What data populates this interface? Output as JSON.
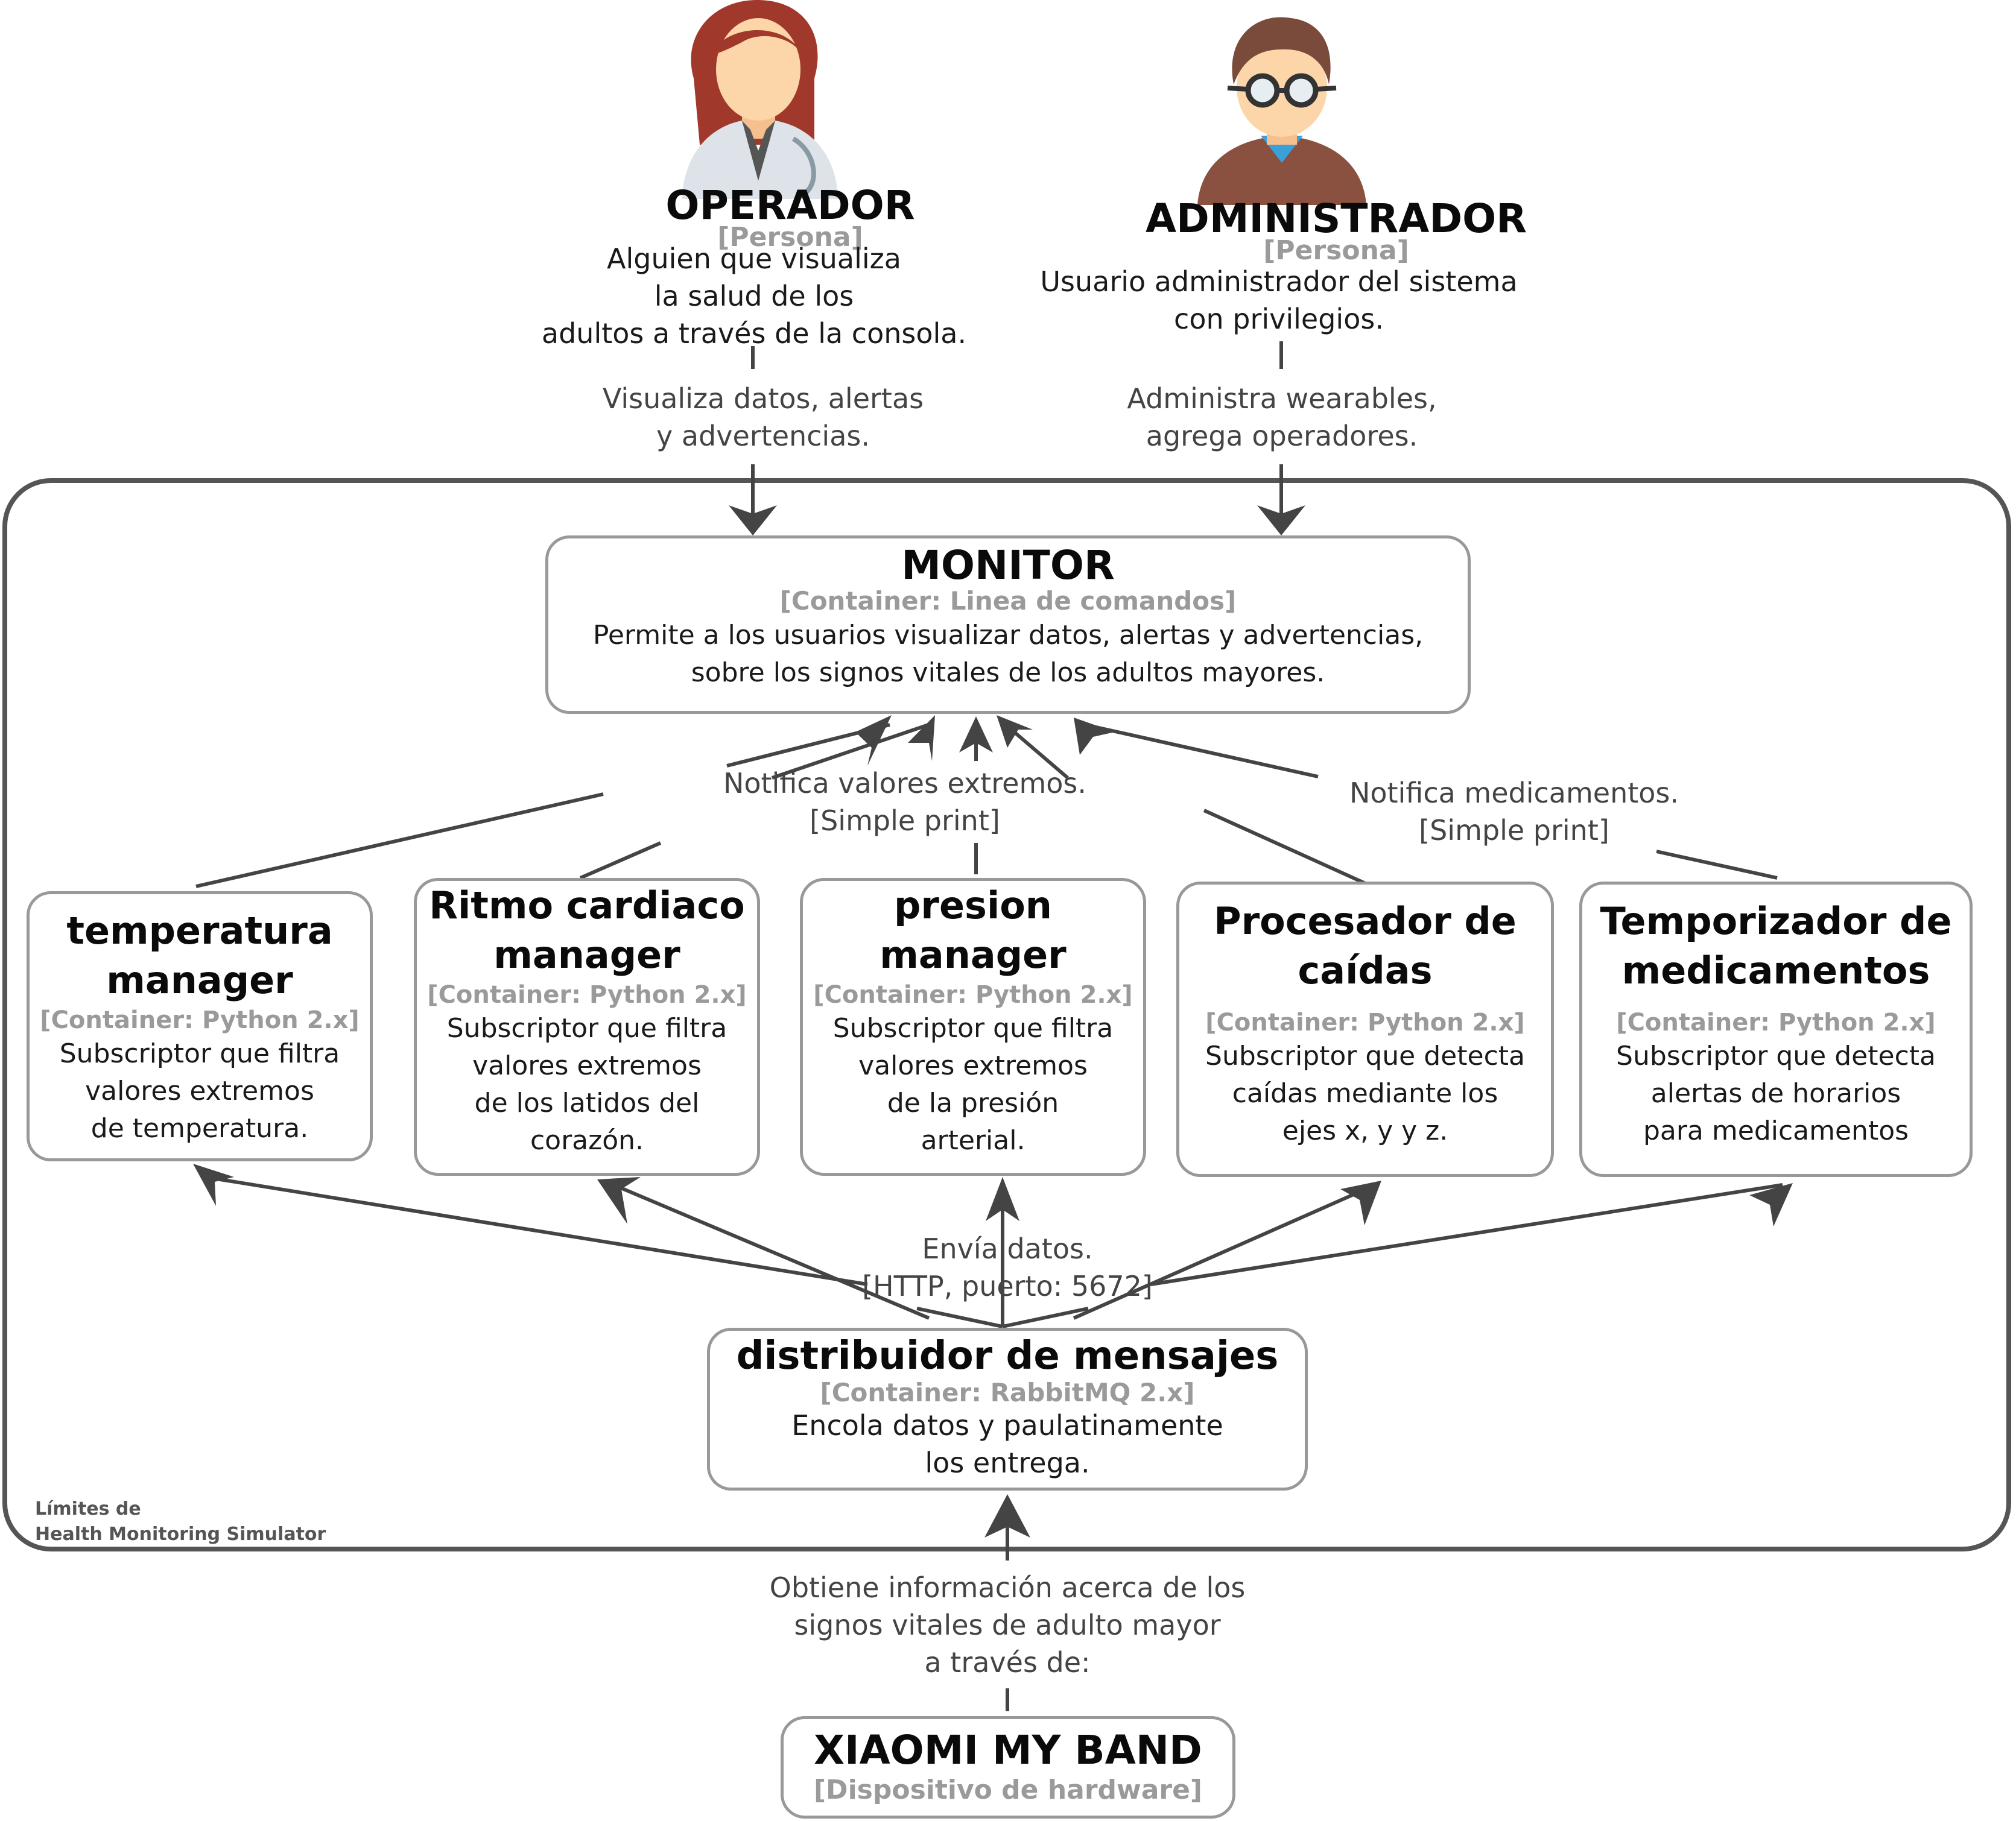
{
  "persons": {
    "operador": {
      "name": "OPERADOR",
      "tag": "[Persona]",
      "desc_lines": [
        "Alguien que visualiza",
        "la salud de los",
        "adultos a través de la consola."
      ]
    },
    "administrador": {
      "name": "ADMINISTRADOR",
      "tag": "[Persona]",
      "desc_lines": [
        "Usuario administrador del sistema",
        "con privilegios."
      ]
    }
  },
  "relations": {
    "operador_monitor": [
      "Visualiza datos, alertas",
      "y advertencias."
    ],
    "admin_monitor": [
      "Administra wearables,",
      "agrega operadores."
    ],
    "notifica_extremos": [
      "Notifica valores extremos.",
      "[Simple print]"
    ],
    "notifica_medicamentos": [
      "Notifica medicamentos.",
      "[Simple print]"
    ],
    "envia_datos": [
      "Envía datos.",
      "[HTTP, puerto: 5672]"
    ],
    "obtiene_info": [
      "Obtiene información acerca de los",
      "signos vitales de adulto mayor",
      "a través de:"
    ]
  },
  "monitor": {
    "title": "MONITOR",
    "tag": "[Container: Linea de comandos]",
    "desc_lines": [
      "Permite a los usuarios visualizar datos, alertas y advertencias,",
      "sobre los signos vitales de los adultos mayores."
    ]
  },
  "managers": [
    {
      "title_lines": [
        "temperatura",
        "manager"
      ],
      "tag": "[Container: Python 2.x]",
      "desc_lines": [
        "Subscriptor que filtra",
        "valores extremos",
        "de temperatura."
      ]
    },
    {
      "title_lines": [
        "Ritmo cardiaco",
        "manager"
      ],
      "tag": "[Container: Python 2.x]",
      "desc_lines": [
        "Subscriptor que filtra",
        "valores extremos",
        "de los latidos del",
        "corazón."
      ]
    },
    {
      "title_lines": [
        "presion",
        "manager"
      ],
      "tag": "[Container: Python 2.x]",
      "desc_lines": [
        "Subscriptor que filtra",
        "valores extremos",
        "de la presión",
        "arterial."
      ]
    },
    {
      "title_lines": [
        "Procesador de",
        "caídas"
      ],
      "tag": "[Container: Python 2.x]",
      "desc_lines": [
        "Subscriptor que detecta",
        "caídas mediante los",
        "ejes x, y y z."
      ]
    },
    {
      "title_lines": [
        "Temporizador de",
        "medicamentos"
      ],
      "tag": "[Container: Python 2.x]",
      "desc_lines": [
        "Subscriptor que detecta",
        "alertas de horarios",
        "para medicamentos"
      ]
    }
  ],
  "distribuidor": {
    "title": "distribuidor de mensajes",
    "tag": "[Container: RabbitMQ 2.x]",
    "desc_lines": [
      "Encola datos y paulatinamente",
      "los entrega."
    ]
  },
  "xiaomi": {
    "title": "XIAOMI MY BAND",
    "tag": "[Dispositivo de hardware]"
  },
  "boundary_label_lines": [
    "Límites de",
    "Health Monitoring Simulator"
  ],
  "colors": {
    "border": "#999999",
    "boundary": "#555555",
    "arrow": "#444444",
    "tag_text": "#9a9a9a",
    "hair": "#a0392b",
    "skin": "#fcd5a8",
    "coat": "#dde3e8",
    "sweater": "#8a5040",
    "collar": "#3aa0d8"
  }
}
